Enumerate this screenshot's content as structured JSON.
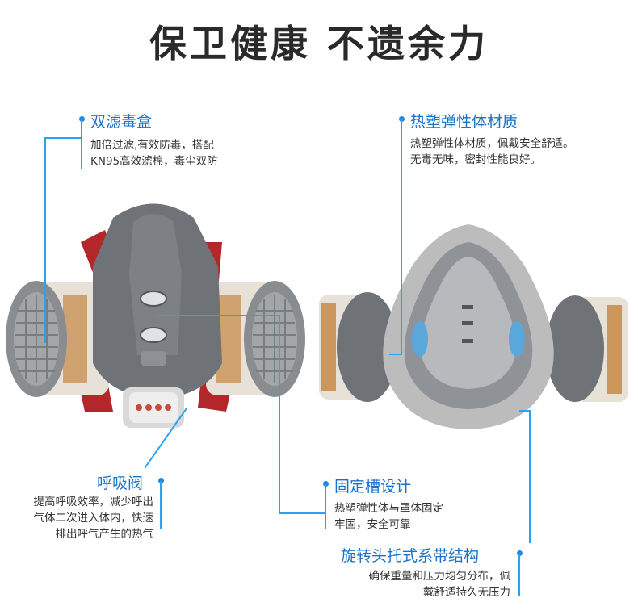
{
  "headline": "保卫健康 不遗余力",
  "features": {
    "dual_filter": {
      "title": "双滤毒盒",
      "desc_lines": [
        "加倍过滤,有效防毒，搭配",
        "KN95高效滤棉，毒尘双防"
      ]
    },
    "material": {
      "title": "热塑弹性体材质",
      "desc_lines": [
        "热塑弹性体材质，佩戴安全舒适。",
        "无毒无味，密封性能良好。"
      ]
    },
    "valve": {
      "title": "呼吸阀",
      "desc_lines": [
        "提高呼吸效率，减少呼出",
        "气体二次进入体内，快速",
        "排出呼气产生的热气"
      ]
    },
    "groove": {
      "title": "固定槽设计",
      "desc_lines": [
        "热塑弹性体与罩体固定",
        "牢固，安全可靠"
      ]
    },
    "strap": {
      "title": "旋转头托式系带结构",
      "desc_lines": [
        "确保重量和压力均匀分布，佩",
        "戴舒适持久无压力"
      ]
    }
  },
  "colors": {
    "accent": "#1a73c9",
    "line": "#29a3f0",
    "mask_gray": "#6f7378",
    "cushion_gray": "#bcbcbc",
    "label_orange": "#c0782c"
  }
}
